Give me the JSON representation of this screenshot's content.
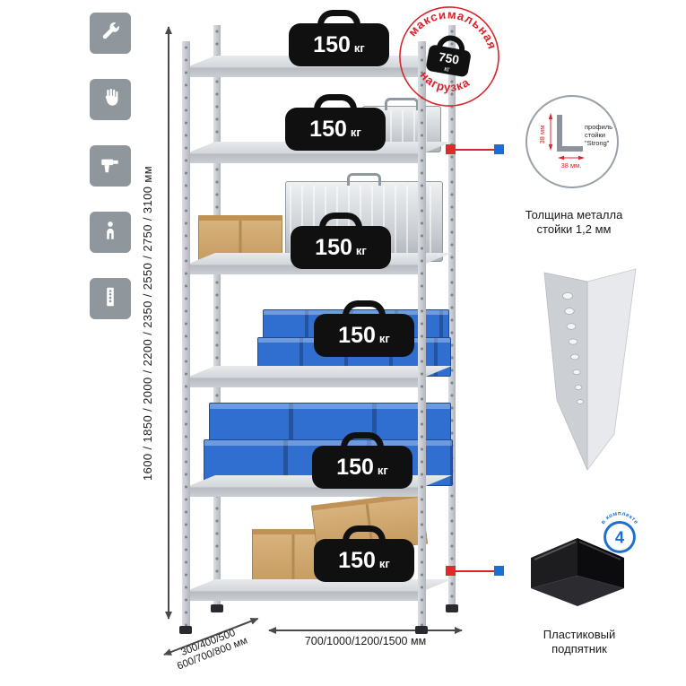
{
  "left_icons": {
    "wrench": "wrench-icon",
    "glove": "glove-icon",
    "drill": "drill-icon",
    "person": "person-icon",
    "profile": "rack-profile-icon"
  },
  "height_dimension": {
    "label": "1600 / 1850 / 2000 / 2200 / 2350 / 2550 / 2750 / 3100 мм"
  },
  "depth_dimension": {
    "line1": "300/400/500",
    "line2": "600/700/800 мм"
  },
  "width_dimension": {
    "label": "700/1000/1200/1500 мм"
  },
  "rack": {
    "shelf_count": 6,
    "shelf_load_value": "150",
    "shelf_load_unit": "кг"
  },
  "max_load_stamp": {
    "arc_top": "максимальная",
    "arc_bottom": "нагрузка",
    "value": "750",
    "unit": "кг"
  },
  "profile_detail": {
    "line1": "профиль",
    "line2": "стойки",
    "line3": "\"Strong\"",
    "dim_v": "38 мм",
    "dim_h": "38 мм.",
    "caption1": "Толщина металла",
    "caption2": "стойки 1,2 мм"
  },
  "kit_badge": {
    "value": "4",
    "arc": "в комплекте"
  },
  "foot_detail": {
    "caption1": "Пластиковый",
    "caption2": "подпятник"
  },
  "colors": {
    "accent_red": "#d8232a",
    "accent_blue": "#1a6fd4",
    "bin_blue": "#306fd0",
    "metal_light": "#d9dce0",
    "metal_dark": "#b7bbc1",
    "cardboard": "#cda671",
    "weight_black": "#101010"
  }
}
